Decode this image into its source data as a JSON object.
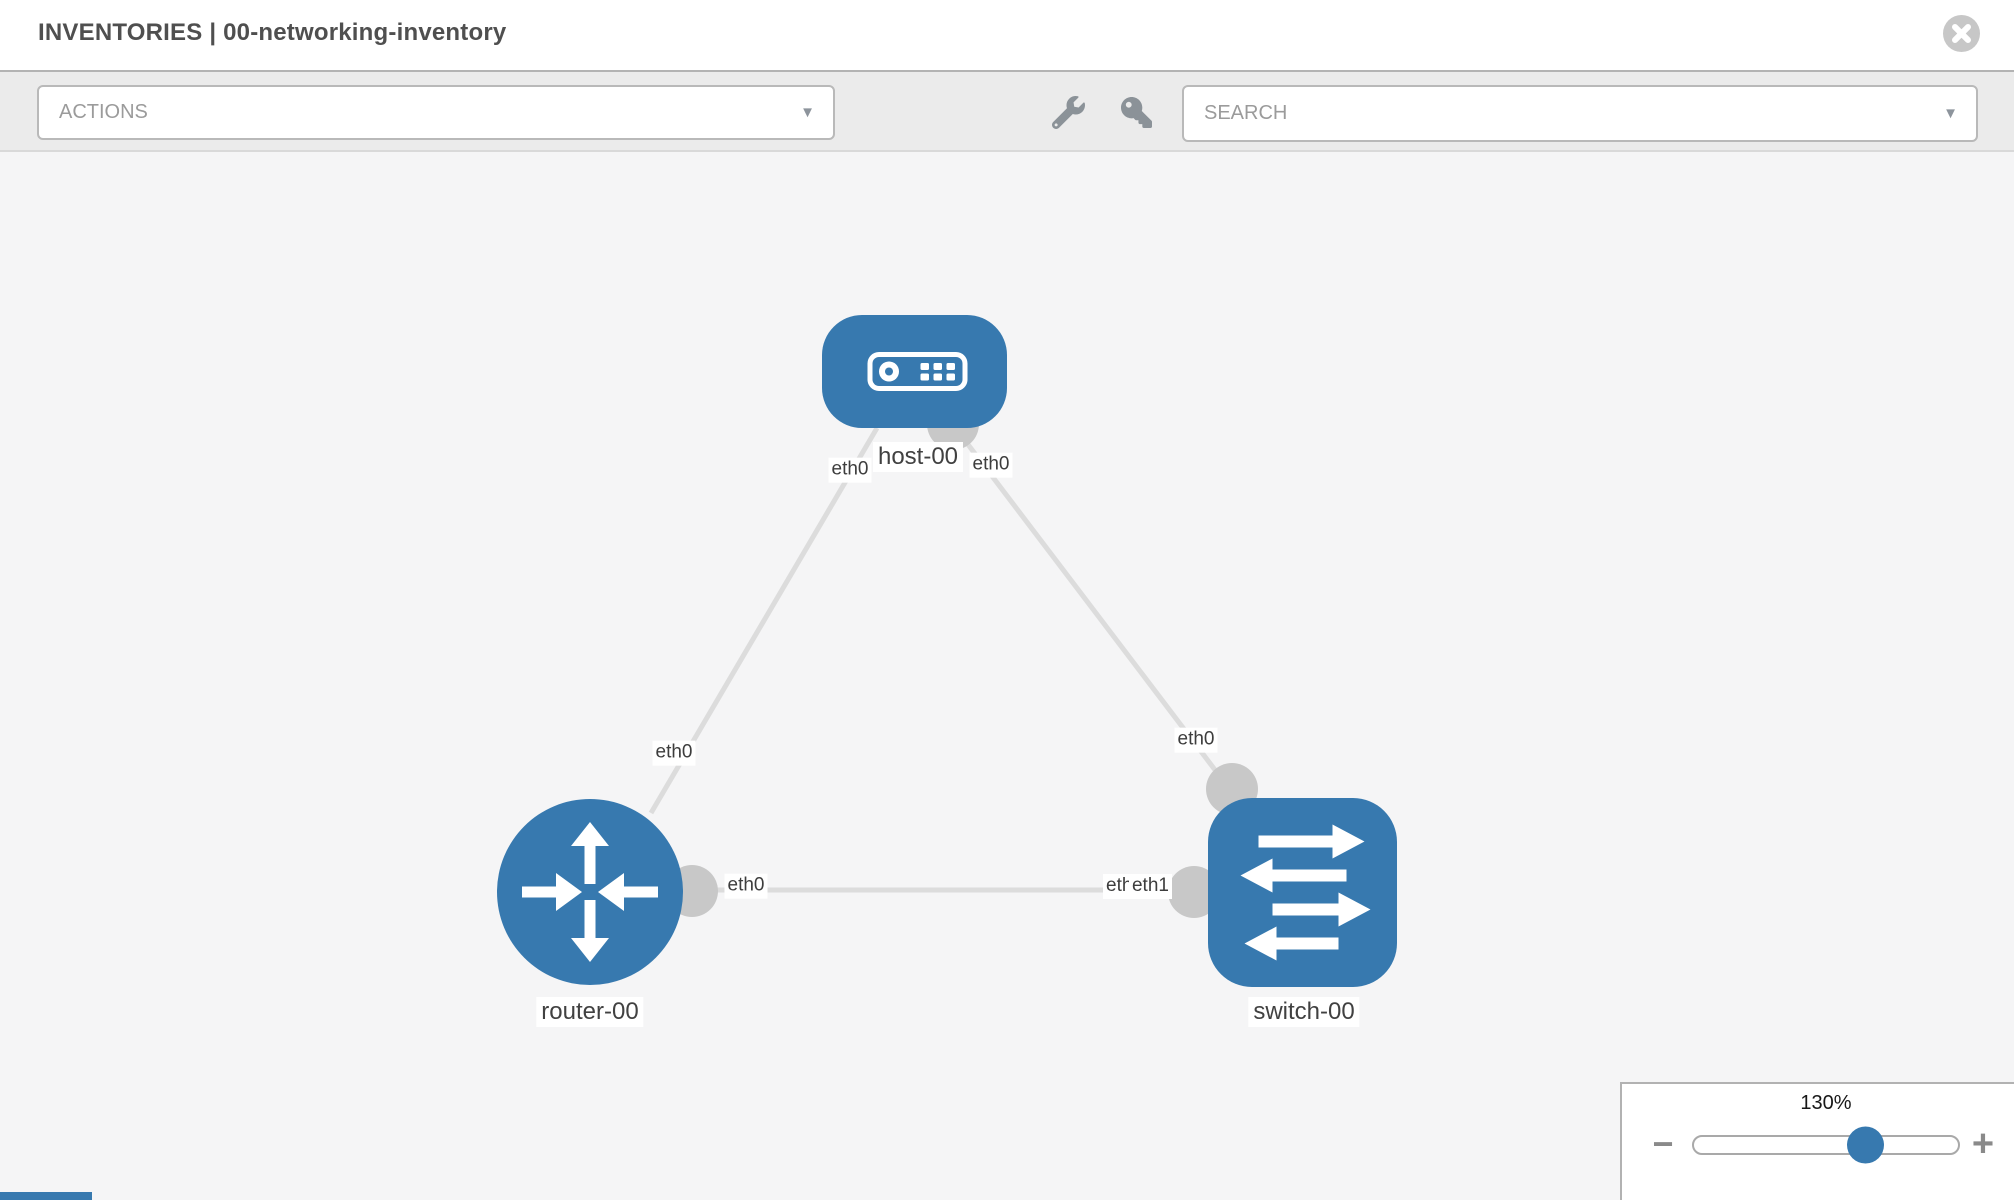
{
  "header": {
    "title": "INVENTORIES | 00-networking-inventory",
    "close_icon": "close"
  },
  "toolbar": {
    "actions_label": "ACTIONS",
    "search_label": "SEARCH",
    "caret_glyph": "▼",
    "icons": [
      "wrench-icon",
      "key-icon"
    ]
  },
  "graph": {
    "nodes": [
      {
        "id": "host-00",
        "type": "host",
        "label": "host-00"
      },
      {
        "id": "router-00",
        "type": "router",
        "label": "router-00"
      },
      {
        "id": "switch-00",
        "type": "switch",
        "label": "switch-00"
      }
    ],
    "links": [
      {
        "source": "host-00",
        "target": "router-00",
        "source_iface": "eth0",
        "target_iface": "eth0"
      },
      {
        "source": "host-00",
        "target": "switch-00",
        "source_iface": "eth0",
        "target_iface": "eth0"
      },
      {
        "source": "router-00",
        "target": "switch-00",
        "source_iface": "eth0",
        "target_iface": "eth1"
      }
    ],
    "iface_labels": [
      {
        "text": "eth0",
        "position": "host-left"
      },
      {
        "text": "eth0",
        "position": "host-right"
      },
      {
        "text": "eth0",
        "position": "router-top"
      },
      {
        "text": "eth0",
        "position": "switch-top"
      },
      {
        "text": "eth0",
        "position": "router-right"
      },
      {
        "text": "eth0",
        "position": "switch-left-under"
      },
      {
        "text": "eth1",
        "position": "switch-left-over"
      }
    ]
  },
  "zoom_control": {
    "value_label": "130%",
    "percent": 130,
    "minus_glyph": "−",
    "plus_glyph": "+"
  },
  "colors": {
    "node_blue": "#3779af",
    "link_gray": "#dcdcdc",
    "iface_dot_gray": "#c8c8c8",
    "canvas_bg": "#f5f5f6",
    "toolbar_bg": "#ebebeb"
  }
}
